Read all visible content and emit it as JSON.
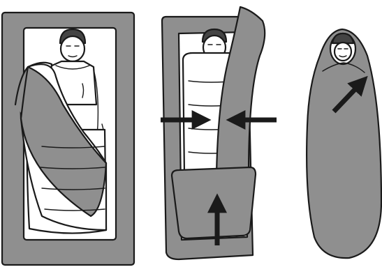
{
  "illustration": {
    "panels": [
      {
        "id": "step-1",
        "icons": [
          "mat-icon",
          "person-icon",
          "sleeping-bag-icon"
        ]
      },
      {
        "id": "step-2",
        "icons": [
          "inward-arrow-left-icon",
          "inward-arrow-right-icon",
          "upward-arrow-icon"
        ]
      },
      {
        "id": "step-3",
        "icons": [
          "wrapped-person-icon",
          "diagonal-arrow-icon"
        ]
      }
    ],
    "colors": {
      "mat": "#8f8f8f",
      "ink": "#1a1a1a",
      "hat": "#444444",
      "background": "#ffffff"
    }
  }
}
